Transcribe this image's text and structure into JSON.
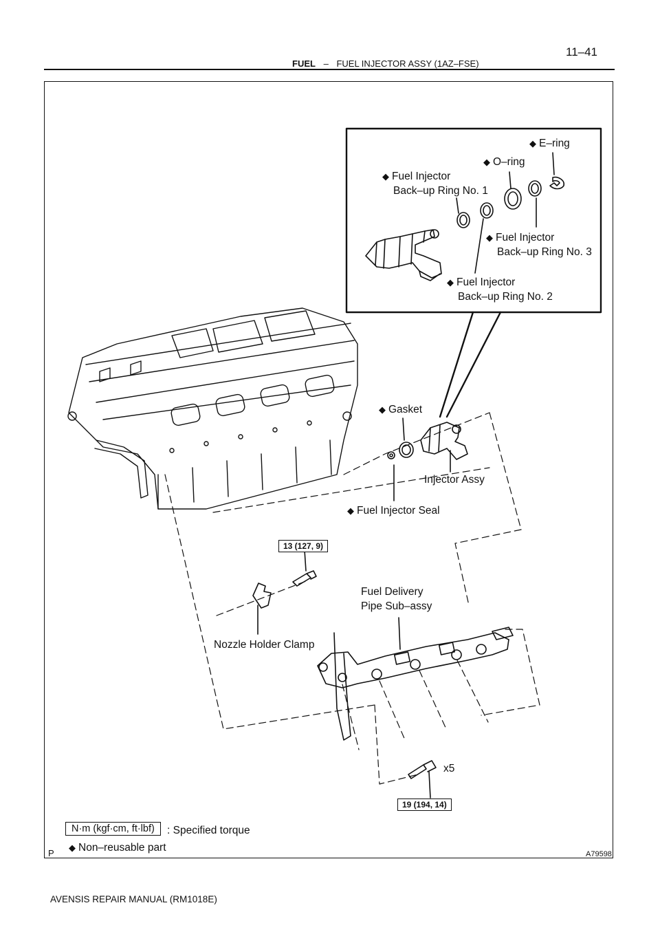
{
  "header": {
    "page_number": "11–41",
    "section": "FUEL",
    "separator": "–",
    "title": "FUEL INJECTOR ASSY (1AZ–FSE)"
  },
  "figure": {
    "id_left": "P",
    "id_right": "A79598",
    "symbols": {
      "diamond": "◆"
    },
    "labels": {
      "e_ring": "E–ring",
      "o_ring": "O–ring",
      "backup_ring_1_line1": "Fuel Injector",
      "backup_ring_1_line2": "Back–up Ring No. 1",
      "backup_ring_3_line1": "Fuel Injector",
      "backup_ring_3_line2": "Back–up Ring No. 3",
      "backup_ring_2_line1": "Fuel Injector",
      "backup_ring_2_line2": "Back–up Ring No. 2",
      "gasket": "Gasket",
      "injector_assy": "Injector Assy",
      "fuel_injector_seal": "Fuel Injector Seal",
      "fuel_delivery_line1": "Fuel Delivery",
      "fuel_delivery_line2": "Pipe Sub–assy",
      "nozzle_holder_clamp": "Nozzle Holder Clamp",
      "bolt_count": "x5"
    },
    "torques": {
      "clamp_bolt": "13 (127, 9)",
      "pipe_bolt": "19 (194, 14)"
    },
    "legend": {
      "torque_unit": "N·m (kgf·cm, ft·lbf)",
      "torque_text": ": Specified torque",
      "non_reusable": "Non–reusable part"
    }
  },
  "footer": {
    "manual": "AVENSIS REPAIR MANUAL   (RM1018E)"
  },
  "colors": {
    "ink": "#111111",
    "paper": "#ffffff"
  }
}
